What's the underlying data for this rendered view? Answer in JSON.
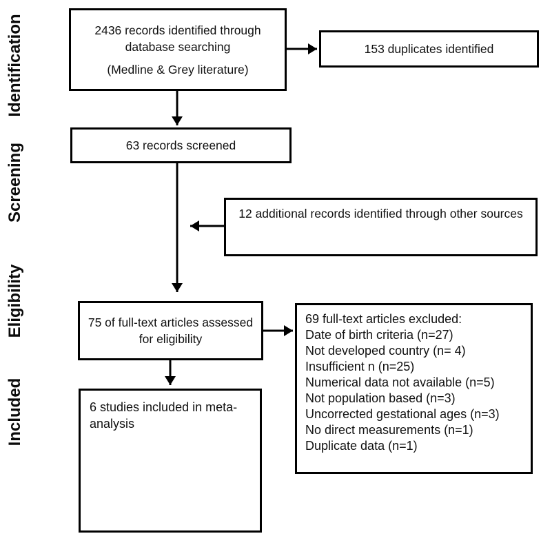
{
  "diagram": {
    "stages": [
      {
        "label": "Identification"
      },
      {
        "label": "Screening"
      },
      {
        "label": "Eligibility"
      },
      {
        "label": "Included"
      }
    ],
    "boxes": {
      "records_identified": {
        "text": "2436 records identified through database searching",
        "subtext": "(Medline & Grey literature)"
      },
      "duplicates": {
        "text": "153 duplicates identified"
      },
      "records_screened": {
        "text": "63 records screened"
      },
      "additional_records": {
        "text": "12 additional records identified through other sources"
      },
      "fulltext_assessed": {
        "text": "75 of full-text articles assessed for eligibility"
      },
      "fulltext_excluded": {
        "title": "69 full-text articles excluded:",
        "reasons": [
          "Date of birth criteria (n=27)",
          "Not developed country (n= 4)",
          "Insufficient n (n=25)",
          "Numerical data not available (n=5)",
          "Not population based (n=3)",
          "Uncorrected gestational ages (n=3)",
          "No direct measurements (n=1)",
          "Duplicate data (n=1)"
        ]
      },
      "included_studies": {
        "text": "6 studies included in meta-analysis"
      }
    },
    "colors": {
      "line": "#000000",
      "background": "#ffffff",
      "text": "#111111"
    }
  }
}
